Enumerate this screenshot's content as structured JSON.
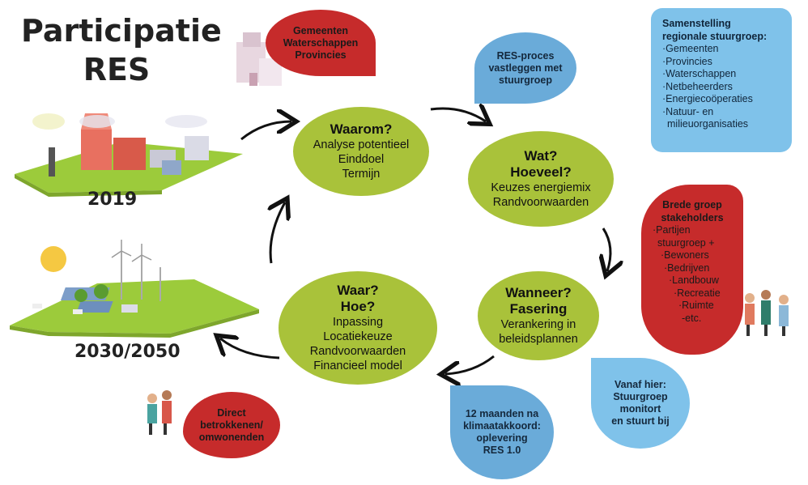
{
  "title": {
    "line1": "Participatie",
    "line2": "RES"
  },
  "years": {
    "current": "2019",
    "future": "2030/2050"
  },
  "cycle": {
    "waarom": {
      "heading": "Waarom?",
      "lines": [
        "Analyse potentieel",
        "Einddoel",
        "Termijn"
      ]
    },
    "wat": {
      "heading1": "Wat?",
      "heading2": "Hoeveel?",
      "lines": [
        "Keuzes energiemix",
        "Randvoorwaarden"
      ]
    },
    "wanneer": {
      "heading1": "Wanneer?",
      "heading2": "Fasering",
      "lines": [
        "Verankering in",
        "beleidsplannen"
      ]
    },
    "waar": {
      "heading1": "Waar?",
      "heading2": "Hoe?",
      "lines": [
        "Inpassing",
        "Locatiekeuze",
        "Randvoorwaarden",
        "Financieel model"
      ]
    }
  },
  "bubbles": {
    "gemeenten": [
      "Gemeenten",
      "Waterschappen",
      "Provincies"
    ],
    "res_proces": [
      "RES-proces",
      "vastleggen met",
      "stuurgroep"
    ],
    "samenstelling": {
      "heading": [
        "Samenstelling",
        "regionale stuurgroep:"
      ],
      "items": [
        "·Gemeenten",
        "·Provincies",
        "·Waterschappen",
        "·Netbeheerders",
        "·Energiecoöperaties",
        "·Natuur- en",
        "milieuorganisaties"
      ]
    },
    "brede_groep": {
      "heading": [
        "Brede groep",
        "stakeholders"
      ],
      "items": [
        "·Partijen",
        "stuurgroep +",
        "·Bewoners",
        "·Bedrijven",
        "·Landbouw",
        "·Recreatie",
        "·Ruimte",
        "-etc."
      ]
    },
    "vanaf_hier": [
      "Vanaf hier:",
      "Stuurgroep",
      "monitort",
      "en stuurt bij"
    ],
    "twaalf_maanden": [
      "12 maanden na",
      "klimaatakkoord:",
      "oplevering",
      "RES 1.0"
    ],
    "direct": [
      "Direct",
      "betrokkenen/",
      "omwonenden"
    ]
  },
  "colors": {
    "green": "#a9c23a",
    "red": "#c62b2b",
    "blue": "#6aabd9",
    "lightblue": "#7fc2ea"
  }
}
